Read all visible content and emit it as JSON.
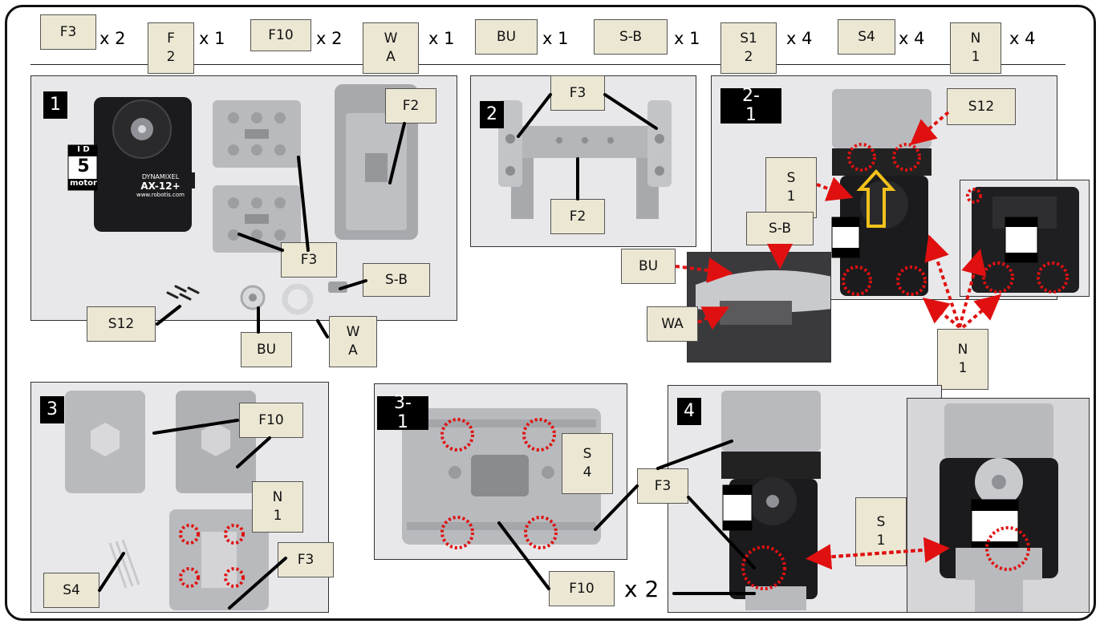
{
  "parts_list": [
    {
      "code": "F3",
      "qty": "x 2"
    },
    {
      "code": "F\n2",
      "qty": "x 1"
    },
    {
      "code": "F10",
      "qty": "x 2"
    },
    {
      "code": "W\nA",
      "qty": "x 1"
    },
    {
      "code": "BU",
      "qty": "x 1"
    },
    {
      "code": "S-B",
      "qty": "x 1"
    },
    {
      "code": "S1\n2",
      "qty": "x 4"
    },
    {
      "code": "S4",
      "qty": "x 4"
    },
    {
      "code": "N\n1",
      "qty": "x 4"
    }
  ],
  "steps": {
    "s1": "1",
    "s2": "2",
    "s21": "2-\n1",
    "s3": "3",
    "s31": "3-\n1",
    "s4": "4"
  },
  "labels": {
    "p1_f2": "F2",
    "p1_f3": "F3",
    "p1_sb": "S-B",
    "p1_s12": "S12",
    "p1_bu": "BU",
    "p1_wa": "W\nA",
    "p2_f3": "F3",
    "p2_f2": "F2",
    "p21_s12": "S12",
    "p21_s1": "S\n1",
    "p21_sb": "S-B",
    "p21_bu": "BU",
    "p21_wa": "WA",
    "p21_n1": "N\n1",
    "p3_f10": "F10",
    "p3_n1": "N\n1",
    "p3_f3": "F3",
    "p3_s4": "S4",
    "p31_s4": "S\n4",
    "p4_f3": "F3",
    "p4_f10": "F10",
    "p4_s1": "S\n1",
    "p4_x2": "x 2"
  },
  "motor": {
    "id_label": "I D",
    "id_number": "5",
    "motor_label": "motor",
    "brand": "DYNAMIXEL",
    "model": "AX-12+",
    "url": "www.robotis.com"
  },
  "colors": {
    "tag_bg": "#ece7d3",
    "callout_red": "#e01010",
    "arrow_yellow": "#f2c21a",
    "part_gray": "#b9babd",
    "motor_black": "#1b1b1d"
  }
}
